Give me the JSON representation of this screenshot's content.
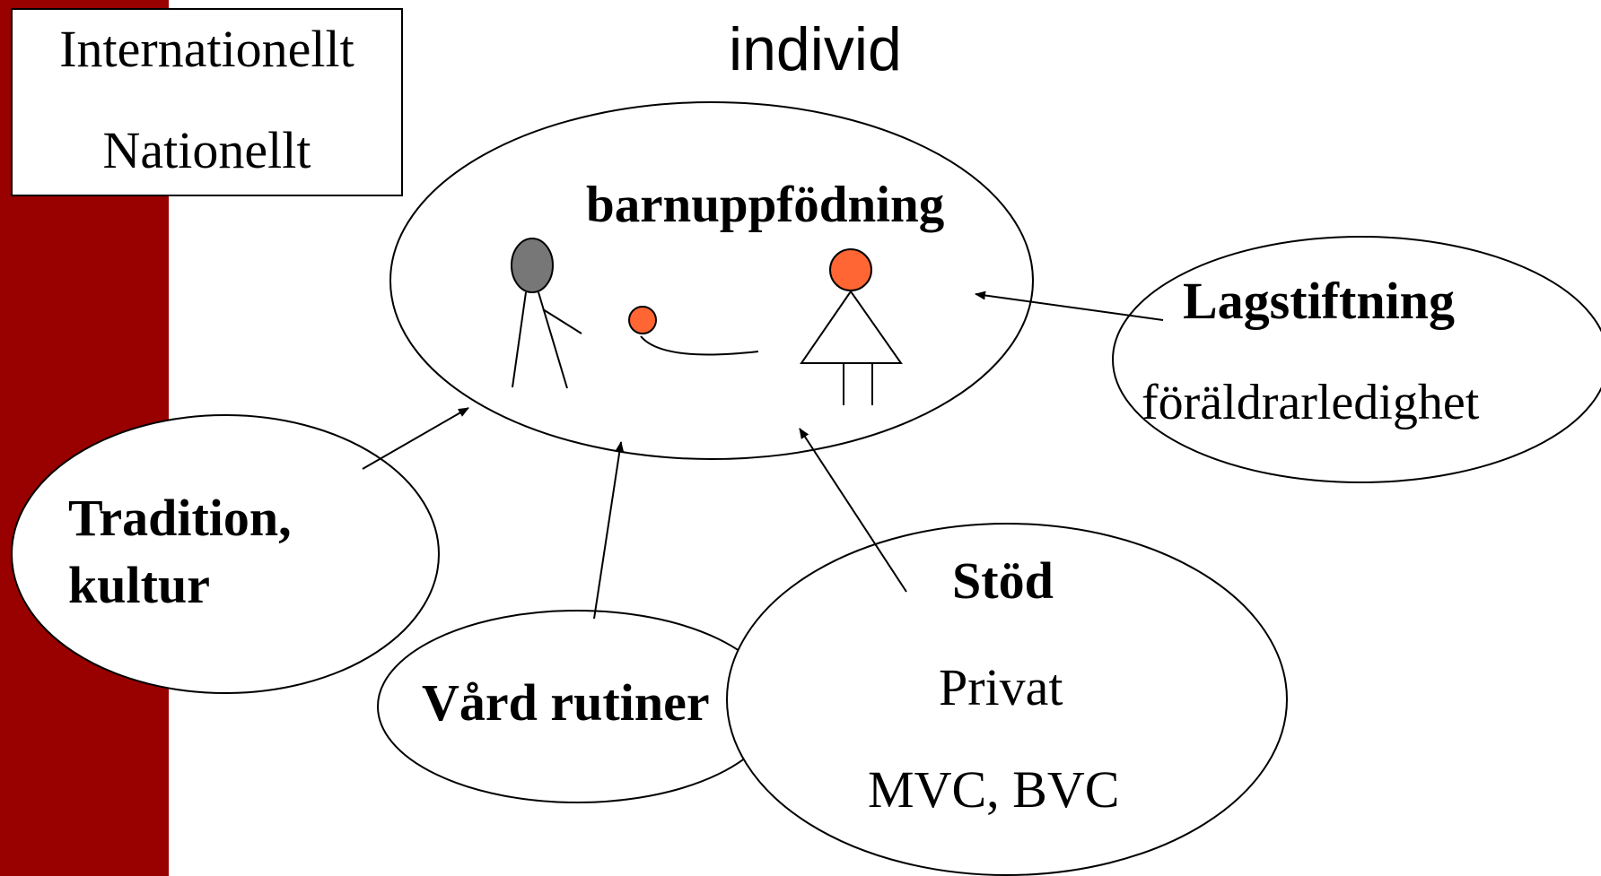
{
  "background_color": "#ffffff",
  "accent_color": "#990000",
  "levels": {
    "international": "Internationellt",
    "national": "Nationellt"
  },
  "title": "individ",
  "center": {
    "label": "barnuppfödning",
    "figures": [
      "father-figure-icon",
      "baby-icon",
      "mother-figure-icon"
    ],
    "figure_colors": {
      "father_head": "#777777",
      "baby_head": "#ff6633",
      "mother_head": "#ff6633"
    }
  },
  "factors": {
    "tradition": {
      "line1": "Tradition,",
      "line2": "kultur"
    },
    "care": {
      "label": "Vård rutiner"
    },
    "support": {
      "title": "Stöd",
      "line1": "Privat",
      "line2": "MVC, BVC"
    },
    "legislation": {
      "title": "Lagstiftning",
      "subtitle": "föräldrarledighet"
    }
  }
}
